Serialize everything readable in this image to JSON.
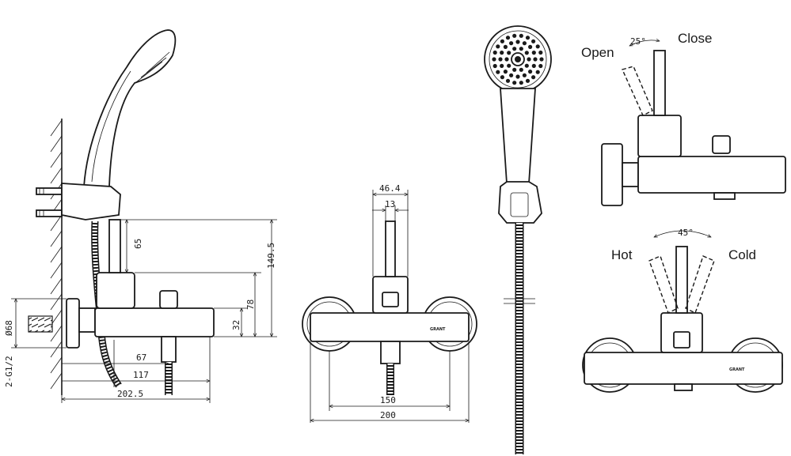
{
  "side_view": {
    "dims": {
      "d68": "Ø68",
      "g12": "2-G1/2",
      "h65": "65",
      "h149": "149.5",
      "h78": "78",
      "h32": "32",
      "w67": "67",
      "w117": "117",
      "w202": "202.5"
    }
  },
  "front_view": {
    "dims": {
      "w46": "46.4",
      "w13": "13",
      "w150": "150",
      "w200": "200"
    }
  },
  "lever_diagram": {
    "angle_25": "25°",
    "open": "Open",
    "close": "Close",
    "angle_45": "45°",
    "hot": "Hot",
    "cold": "Cold"
  },
  "brand_mark": "GRANT"
}
